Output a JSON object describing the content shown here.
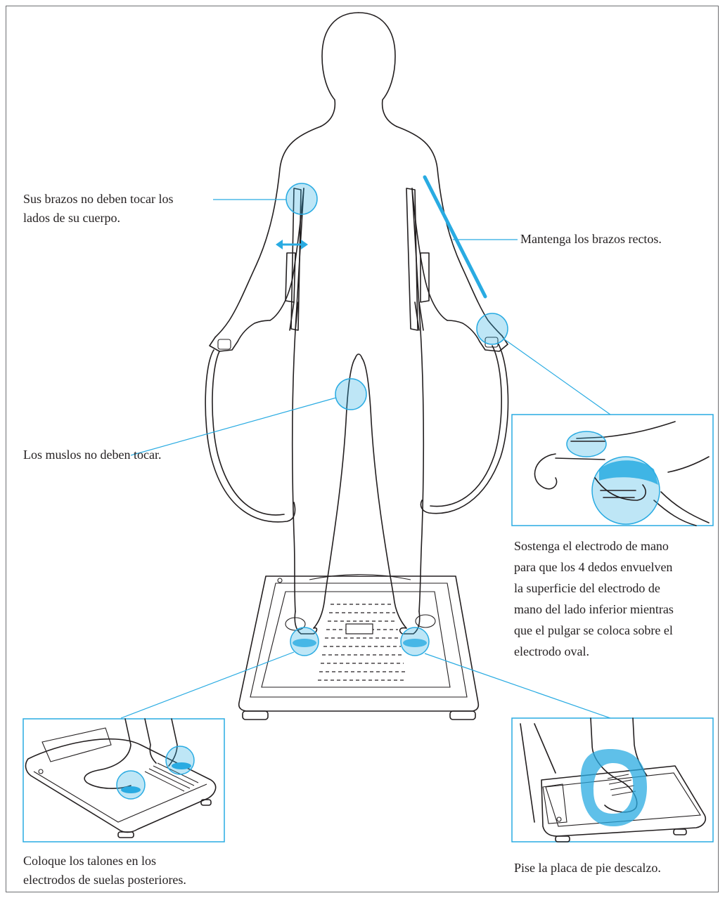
{
  "colors": {
    "accent": "#29abe2",
    "line": "#231f20",
    "frame": "#6d6e71"
  },
  "captions": {
    "arms_apart": "Sus brazos no deben tocar los lados de su cuerpo.",
    "arms_apart_lines": [
      "Sus brazos no deben tocar los",
      "lados de su cuerpo."
    ],
    "arms_straight": "Mantenga los brazos rectos.",
    "thighs": "Los muslos no deben tocar.",
    "hand_electrode_lines": [
      "Sostenga el electrodo de mano",
      "para que los 4 dedos envuelven",
      "la superficie del electrodo de",
      "mano del lado inferior mientras",
      "que el pulgar se coloca sobre el",
      "electrodo oval."
    ],
    "heels_lines": [
      "Coloque los talones en los",
      "electrodos de suelas posteriores."
    ],
    "barefoot": "Pise la placa de pie descalzo."
  },
  "icons": {
    "arm_gap_arrow": "double-headed-arrow-icon"
  }
}
